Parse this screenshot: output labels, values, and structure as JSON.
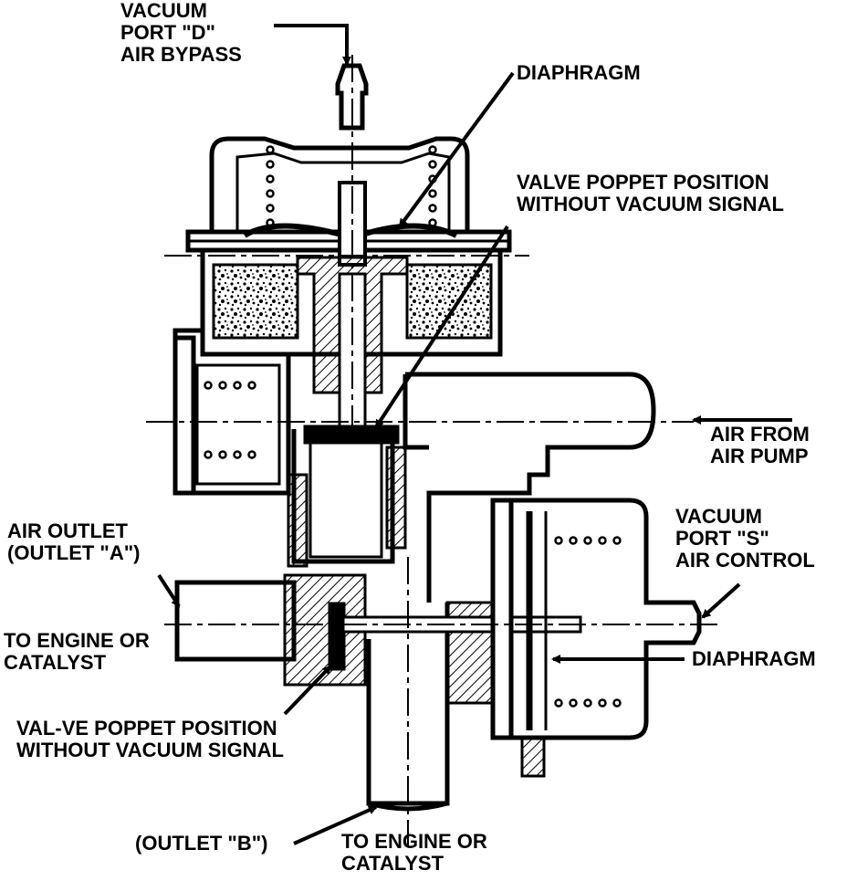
{
  "labels": {
    "vacuum_port_d": [
      "VACUUM",
      "PORT \"D\"",
      "AIR BYPASS"
    ],
    "diaphragm_top": "DIAPHRAGM",
    "poppet_top": [
      "VALVE POPPET POSITION",
      "WITHOUT VACUUM SIGNAL"
    ],
    "air_from_pump": [
      "AIR FROM",
      "AIR PUMP"
    ],
    "vacuum_port_s": [
      "VACUUM",
      "PORT \"S\"",
      "AIR CONTROL"
    ],
    "diaphragm_right": "DIAPHRAGM",
    "air_outlet": [
      "AIR OUTLET",
      "(OUTLET \"A\")"
    ],
    "to_engine_left": [
      "TO ENGINE OR",
      "CATALYST"
    ],
    "poppet_bottom": [
      "VAL-VE POPPET POSITION",
      "WITHOUT VACUUM SIGNAL"
    ],
    "outlet_b": "(OUTLET \"B\")",
    "to_engine_bottom": [
      "TO ENGINE OR",
      "CATALYST"
    ]
  },
  "colors": {
    "ink": "#000000",
    "paper": "#ffffff"
  }
}
